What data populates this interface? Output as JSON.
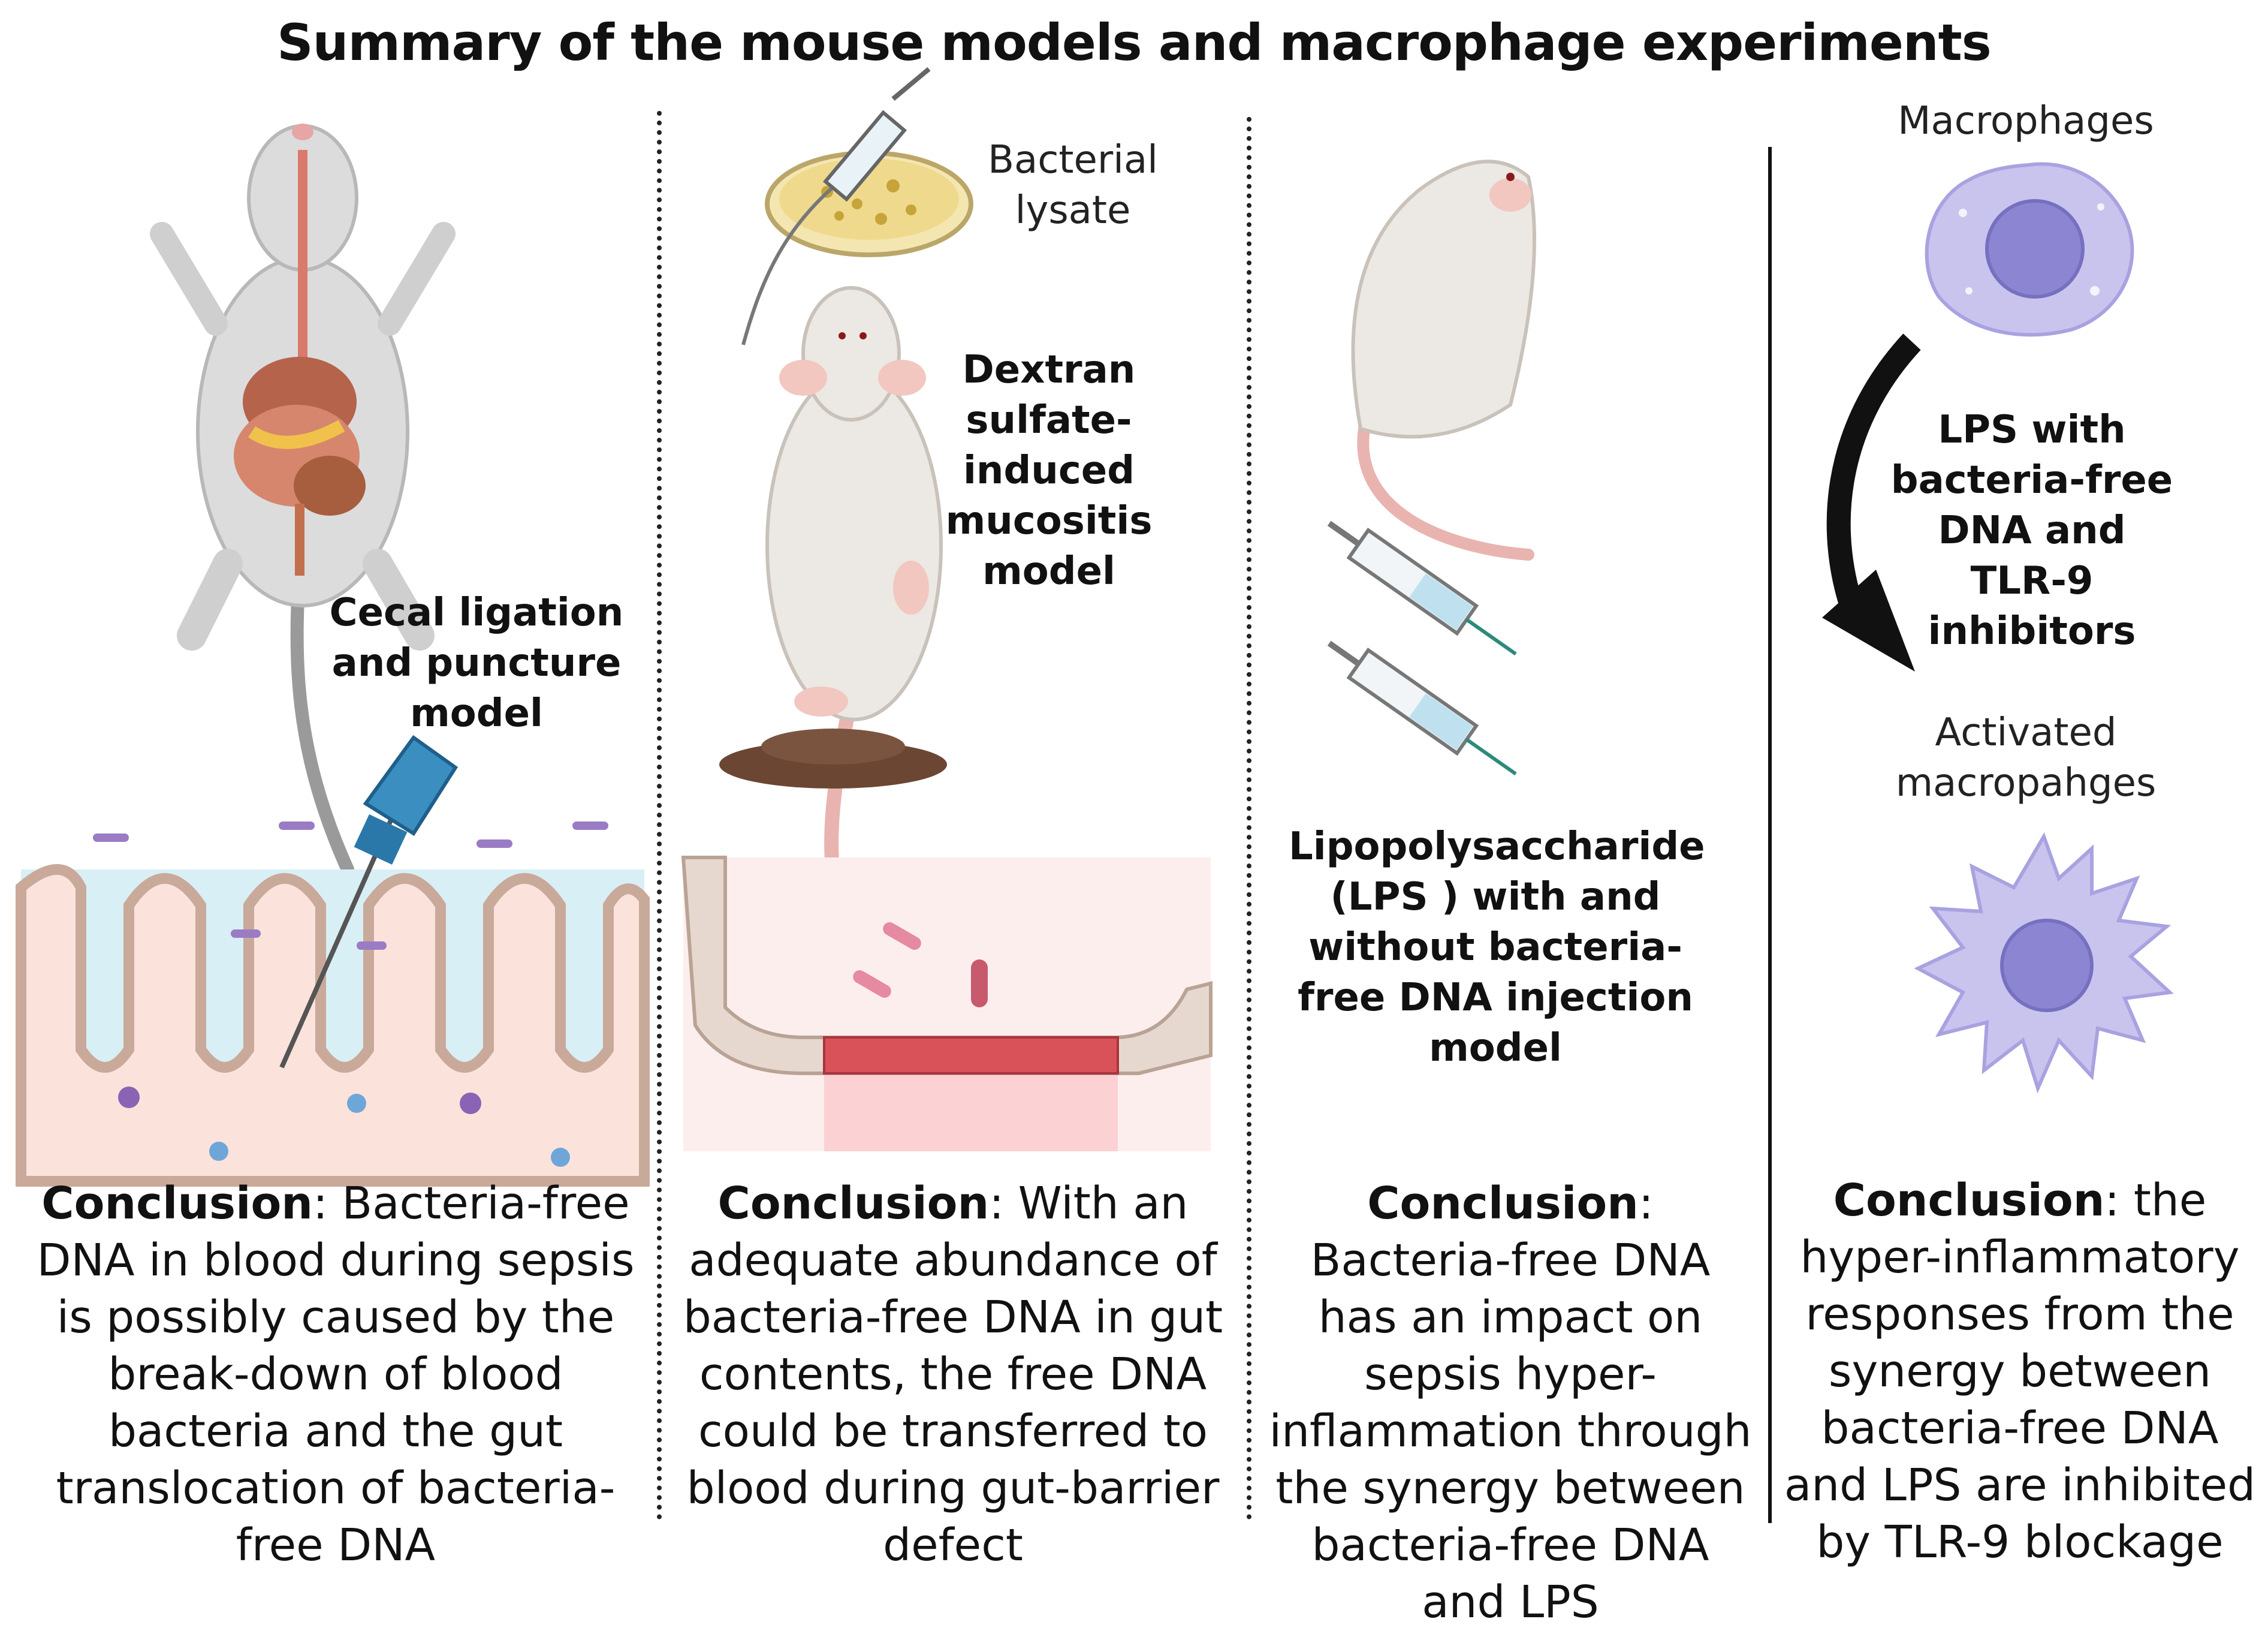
{
  "title": "Summary of the mouse models and macrophage experiments",
  "panels": [
    {
      "model_label": "Cecal ligation and puncture model",
      "conclusion_heading": "Conclusion",
      "conclusion_text": ": Bacteria-free DNA in blood during sepsis is possibly caused by the break-down of blood bacteria and the gut translocation of bacteria-free DNA"
    },
    {
      "extra_label": "Bacterial lysate",
      "model_label": "Dextran sulfate-induced mucositis model",
      "conclusion_heading": "Conclusion",
      "conclusion_text": ":  With an adequate abundance of bacteria-free DNA in gut contents, the free DNA could be transferred to blood during gut-barrier defect"
    },
    {
      "model_label": "Lipopolysaccharide (LPS ) with and without bacteria-free DNA injection model",
      "conclusion_heading": "Conclusion",
      "conclusion_text": ": Bacteria-free DNA has an impact on sepsis hyper-inflammation through the synergy between bacteria-free DNA and LPS"
    },
    {
      "top_label": "Macrophages",
      "treatment_label": "LPS with bacteria-free DNA and TLR-9 inhibitors",
      "bottom_label": "Activated macropahges",
      "conclusion_heading": "Conclusion",
      "conclusion_text": ": the hyper-inflammatory responses from the synergy between bacteria-free DNA and LPS are inhibited by TLR-9 blockage"
    }
  ],
  "icons": [
    "mouse-anatomy-icon",
    "gut-villi-icon",
    "needle-icon",
    "petri-dish-icon",
    "syringe-icon",
    "rat-icon",
    "feces-icon",
    "gut-epithelium-icon",
    "macrophage-icon",
    "activated-macrophage-icon",
    "curved-arrow-icon"
  ]
}
